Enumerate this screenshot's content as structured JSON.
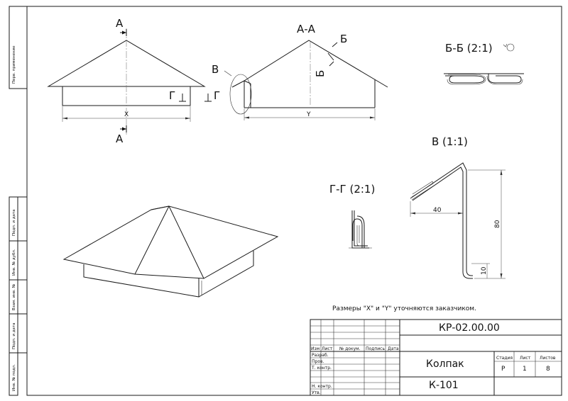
{
  "views": {
    "section_a_left": "А",
    "section_a_right": "А",
    "section_aa": "А-А",
    "mark_b_top": "Б",
    "mark_b_bottom": "Б",
    "mark_v": "В",
    "mark_g_left": "Г",
    "mark_g_right": "Г",
    "dim_x": "X",
    "dim_y": "Y",
    "detail_bb": "Б-Б (2:1)",
    "detail_v": "В (1:1)",
    "detail_gg": "Г-Г (2:1)",
    "dim_40": "40",
    "dim_80": "80",
    "dim_10": "10"
  },
  "note": "Размеры \"X\" и \"Y\" уточняются заказчиком.",
  "side_stamp": {
    "perv_primen": "Перв. применение",
    "podp_data_1": "Подп. и дата",
    "inv_dubl": "Инв. № дубл.",
    "vzam_inv": "Взам. инв. №",
    "podp_data_2": "Подп. и дата",
    "inv_podl": "Инв. № подл."
  },
  "title_block": {
    "doc_code": "КР-02.00.00",
    "name": "Колпак",
    "org": "К-101",
    "col_izm": "Изм",
    "col_list": "Лист",
    "col_dokum": "№ докум.",
    "col_podp": "Подпись",
    "col_data": "Дата",
    "row_razrab": "Разраб.",
    "row_prov": "Пров.",
    "row_tkontr": "Т. контр.",
    "row_nkontr": "Н. контр.",
    "row_utv": "Утв.",
    "h_stadiya": "Стадия",
    "h_list": "Лист",
    "h_listov": "Листов",
    "v_stadiya": "Р",
    "v_list": "1",
    "v_listov": "8"
  }
}
